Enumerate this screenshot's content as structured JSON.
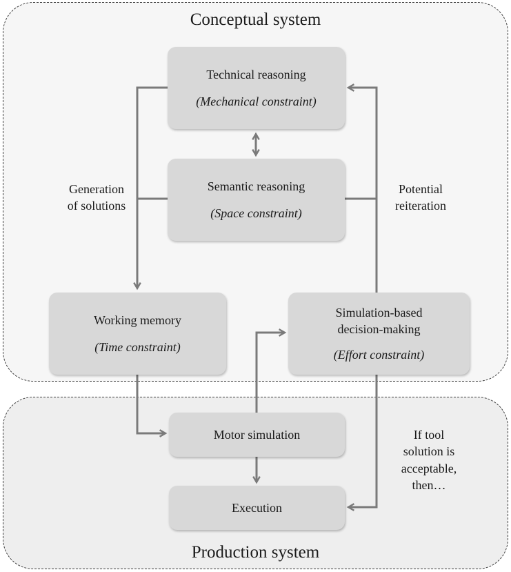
{
  "regions": {
    "conceptual": "Conceptual system",
    "production": "Production system"
  },
  "boxes": {
    "technical": {
      "title": "Technical reasoning",
      "constraint": "(Mechanical constraint)"
    },
    "semantic": {
      "title": "Semantic reasoning",
      "constraint": "(Space constraint)"
    },
    "working": {
      "title": "Working memory",
      "constraint": "(Time constraint)"
    },
    "simulation": {
      "title_line1": "Simulation-based",
      "title_line2": "decision-making",
      "constraint": "(Effort constraint)"
    },
    "motor": {
      "title": "Motor simulation"
    },
    "execution": {
      "title": "Execution"
    }
  },
  "labels": {
    "generation": [
      "Generation",
      "of solutions"
    ],
    "reiteration": [
      "Potential",
      "reiteration"
    ],
    "acceptable": [
      "If tool",
      "solution is",
      "acceptable,",
      "then…"
    ]
  },
  "colors": {
    "box_fill": "#d8d8d8",
    "arrow": "#7a7a7a"
  }
}
